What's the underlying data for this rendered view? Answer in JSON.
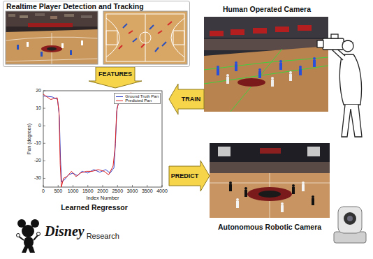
{
  "diagram": {
    "nodes": [
      {
        "text": [
          "Realtime Player Detection and Tracking"
        ]
      },
      {
        "text": [
          "Human Operated Camera"
        ]
      },
      {
        "text": [
          "Learned Regressor"
        ]
      },
      {
        "text": [
          "Autonomous Robotic Camera"
        ]
      }
    ],
    "edges": [
      {
        "from": 0,
        "to": 2,
        "arrow": "to",
        "label": "FEATURES"
      },
      {
        "from": 1,
        "to": 2,
        "arrow": "to",
        "label": "TRAIN"
      },
      {
        "from": 2,
        "to": 3,
        "arrow": "to",
        "label": "PREDICT"
      }
    ],
    "labels": [
      "20",
      "10",
      "0",
      "-10",
      "-20",
      "-30",
      "0",
      "500",
      "1000",
      "1500",
      "2000",
      "2500",
      "3000",
      "3500",
      "4000",
      "Pan (degrees)",
      "Index Number",
      "Disney",
      "Research"
    ],
    "legend": [
      {
        "text": "Ground Truth Pan"
      },
      {
        "text": "Predicted Pan"
      }
    ]
  }
}
